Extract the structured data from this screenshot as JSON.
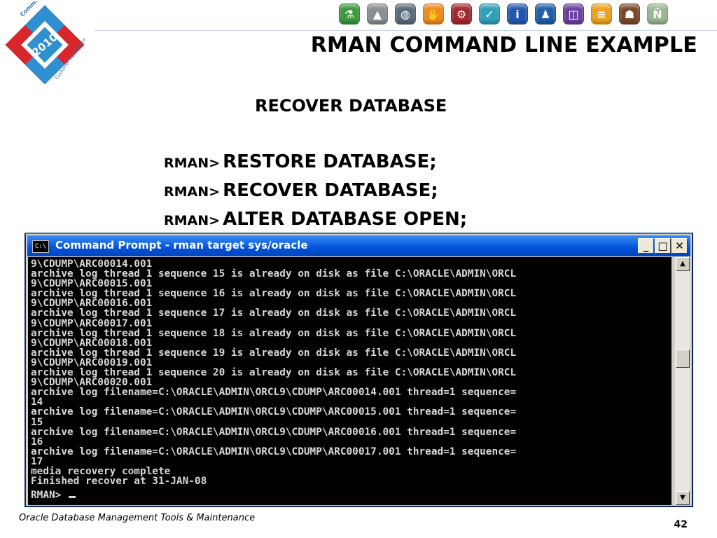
{
  "slide": {
    "title": "RMAN COMMAND LINE EXAMPLE",
    "subtitle": "RECOVER DATABASE",
    "commands": [
      {
        "prompt": "RMAN>",
        "statement": "RESTORE DATABASE;"
      },
      {
        "prompt": "RMAN>",
        "statement": "RECOVER DATABASE;"
      },
      {
        "prompt": "RMAN>",
        "statement": "ALTER DATABASE OPEN;"
      }
    ],
    "footer": "Oracle Database Management Tools & Maintenance",
    "page_number": "42"
  },
  "logo": {
    "top_text": "Command Alkon",
    "year": "2010",
    "bottom_text": "Customer Conference"
  },
  "toolbar_icons": [
    {
      "name": "flask-icon",
      "color": "#3c9a3c",
      "glyph": "⚗"
    },
    {
      "name": "cap-icon",
      "color": "#8a8f93",
      "glyph": "▲"
    },
    {
      "name": "globe-icon",
      "color": "#5b6b78",
      "glyph": "◍"
    },
    {
      "name": "hand-icon",
      "color": "#f08a1c",
      "glyph": "✋"
    },
    {
      "name": "gear-icon",
      "color": "#a3282c",
      "glyph": "⚙"
    },
    {
      "name": "check-icon",
      "color": "#2fa0b8",
      "glyph": "✓"
    },
    {
      "name": "info-icon",
      "color": "#2458b0",
      "glyph": "i"
    },
    {
      "name": "person-icon",
      "color": "#1f5ea8",
      "glyph": "♟"
    },
    {
      "name": "book-icon",
      "color": "#6a3fa0",
      "glyph": "◫"
    },
    {
      "name": "list-icon",
      "color": "#f0a41c",
      "glyph": "≡"
    },
    {
      "name": "hand-shake-icon",
      "color": "#7a4a2a",
      "glyph": "☗"
    },
    {
      "name": "n-icon",
      "color": "#9ab892",
      "glyph": "Ñ"
    }
  ],
  "window": {
    "title": "Command Prompt - rman target sys/oracle",
    "app_icon_text": "C:\\",
    "minimize": "_",
    "maximize": "□",
    "close": "✕",
    "scroll_up": "▲",
    "scroll_down": "▼",
    "output": "9\\CDUMP\\ARC00014.001\narchive log thread 1 sequence 15 is already on disk as file C:\\ORACLE\\ADMIN\\ORCL\n9\\CDUMP\\ARC00015.001\narchive log thread 1 sequence 16 is already on disk as file C:\\ORACLE\\ADMIN\\ORCL\n9\\CDUMP\\ARC00016.001\narchive log thread 1 sequence 17 is already on disk as file C:\\ORACLE\\ADMIN\\ORCL\n9\\CDUMP\\ARC00017.001\narchive log thread 1 sequence 18 is already on disk as file C:\\ORACLE\\ADMIN\\ORCL\n9\\CDUMP\\ARC00018.001\narchive log thread 1 sequence 19 is already on disk as file C:\\ORACLE\\ADMIN\\ORCL\n9\\CDUMP\\ARC00019.001\narchive log thread 1 sequence 20 is already on disk as file C:\\ORACLE\\ADMIN\\ORCL\n9\\CDUMP\\ARC00020.001\narchive log filename=C:\\ORACLE\\ADMIN\\ORCL9\\CDUMP\\ARC00014.001 thread=1 sequence=\n14\narchive log filename=C:\\ORACLE\\ADMIN\\ORCL9\\CDUMP\\ARC00015.001 thread=1 sequence=\n15\narchive log filename=C:\\ORACLE\\ADMIN\\ORCL9\\CDUMP\\ARC00016.001 thread=1 sequence=\n16\narchive log filename=C:\\ORACLE\\ADMIN\\ORCL9\\CDUMP\\ARC00017.001 thread=1 sequence=\n17\nmedia recovery complete\nFinished recover at 31-JAN-08",
    "prompt": "RMAN>"
  }
}
